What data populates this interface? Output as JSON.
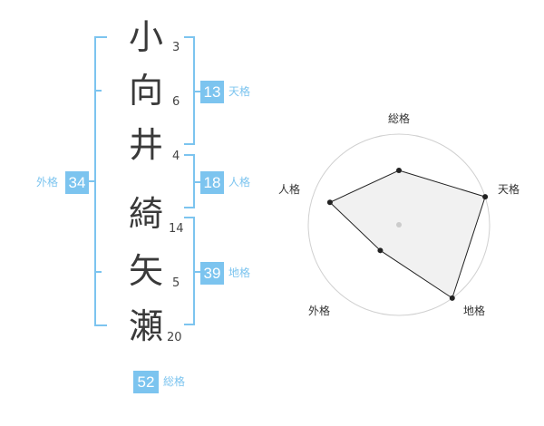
{
  "name": {
    "chars": [
      {
        "char": "小",
        "strokes": "3"
      },
      {
        "char": "向",
        "strokes": "6"
      },
      {
        "char": "井",
        "strokes": "4"
      },
      {
        "char": "綺",
        "strokes": "14"
      },
      {
        "char": "矢",
        "strokes": "5"
      },
      {
        "char": "瀬",
        "strokes": "20"
      }
    ]
  },
  "scores": {
    "tenkaku": {
      "label": "天格",
      "value": "13"
    },
    "jinkaku": {
      "label": "人格",
      "value": "18"
    },
    "chikaku": {
      "label": "地格",
      "value": "39"
    },
    "gaikaku": {
      "label": "外格",
      "value": "34"
    },
    "soukaku": {
      "label": "総格",
      "value": "52"
    }
  },
  "colors": {
    "accent": "#7cc4ef",
    "text": "#3a3a3a",
    "radar_fill": "#eeeeee",
    "radar_line": "#222222",
    "rings": "#cccccc"
  },
  "radar": {
    "labels": {
      "top": "総格",
      "right": "天格",
      "bottom_right": "地格",
      "bottom_left": "外格",
      "left": "人格"
    },
    "values": {
      "soukaku": 0.6,
      "tenkaku": 1.0,
      "chikaku": 1.0,
      "gaikaku": 0.35,
      "jinkaku": 0.8
    }
  }
}
